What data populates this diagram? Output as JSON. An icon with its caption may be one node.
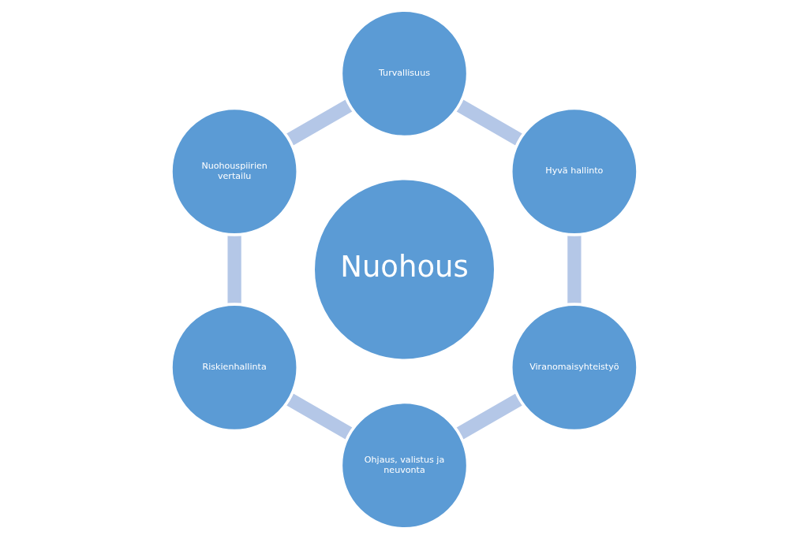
{
  "diagram": {
    "nodes": [
      {
        "text": [
          "Nuohous"
        ]
      },
      {
        "text": [
          "Turvallisuus"
        ]
      },
      {
        "text": [
          "Hyvä hallinto"
        ]
      },
      {
        "text": [
          "Viranomaisyhteistyö"
        ]
      },
      {
        "text": [
          "Ohjaus, valistus ja neuvonta"
        ]
      },
      {
        "text": [
          "Riskienhallinta"
        ]
      },
      {
        "text": [
          "Nuohouspiirien vertailu"
        ]
      }
    ],
    "edges": [
      {
        "from": 1,
        "to": 2,
        "arrow": "none"
      },
      {
        "from": 2,
        "to": 3,
        "arrow": "none"
      },
      {
        "from": 3,
        "to": 4,
        "arrow": "none"
      },
      {
        "from": 4,
        "to": 5,
        "arrow": "none"
      },
      {
        "from": 5,
        "to": 6,
        "arrow": "none"
      },
      {
        "from": 6,
        "to": 1,
        "arrow": "none"
      }
    ]
  }
}
